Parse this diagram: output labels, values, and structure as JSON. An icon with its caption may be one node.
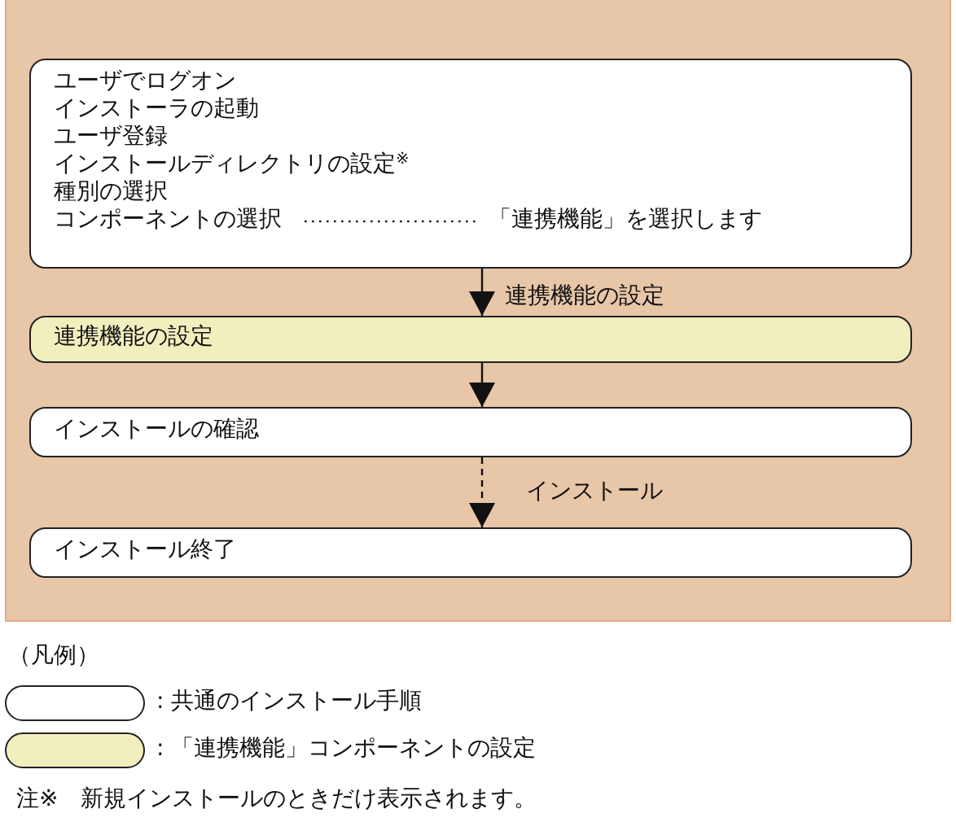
{
  "diagram": {
    "nodes": [
      {
        "text": [
          "ユーザでログオン",
          "インストーラの起動",
          "ユーザ登録",
          "インストールディレクトリの設定$^{※}$",
          "種別の選択",
          "コンポーネントの選択",
          "「連携機能」を選択します"
        ]
      },
      {
        "text": [
          "連携機能の設定"
        ]
      },
      {
        "text": [
          "インストールの確認"
        ]
      },
      {
        "text": [
          "インストール終了"
        ]
      }
    ],
    "edges": [
      {
        "from": 0,
        "to": 1,
        "arrow": "to",
        "label": "連携機能の設定"
      },
      {
        "from": 1,
        "to": 2,
        "arrow": "to"
      },
      {
        "from": 2,
        "to": 3,
        "arrow": "to",
        "label": "インストール",
        "style": "dashed"
      }
    ],
    "labels": [
      "（凡例）",
      "注※　新規インストールのときだけ表示されます。"
    ],
    "legend": [
      {
        "text": ": 共通のインストール手順",
        "color": "#ffffff"
      },
      {
        "text": ": 「連携機能」コンポーネントの設定",
        "color": "#f2efbf"
      }
    ]
  }
}
